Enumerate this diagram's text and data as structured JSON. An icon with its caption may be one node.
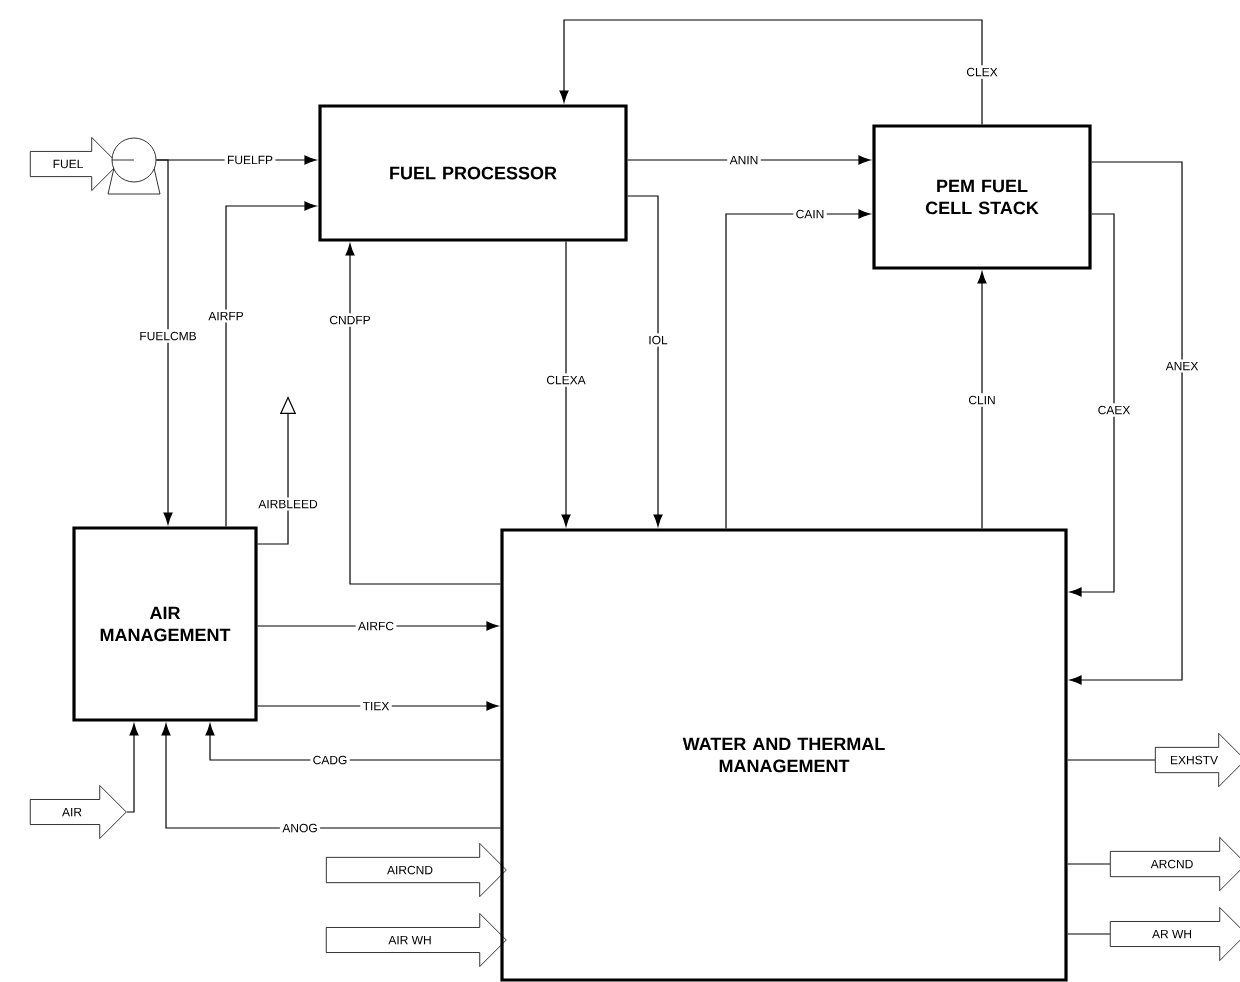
{
  "diagram": {
    "nodes": [
      {
        "text": [
          "FUEL PROCESSOR"
        ]
      },
      {
        "text": [
          "PEM FUEL CELL STACK"
        ]
      },
      {
        "text": [
          "AIR MANAGEMENT"
        ]
      },
      {
        "text": [
          "WATER AND THERMAL MANAGEMENT"
        ]
      },
      {
        "text": [
          "FUEL"
        ]
      },
      {
        "text": [],
        "shape": "picture"
      },
      {
        "text": [
          "AIR"
        ]
      },
      {
        "text": [
          "AIRCND"
        ]
      },
      {
        "text": [
          "AIR WH"
        ]
      },
      {
        "text": [
          "EXHSTV"
        ]
      },
      {
        "text": [
          "ARCND"
        ]
      },
      {
        "text": [
          "AR WH"
        ]
      }
    ],
    "edges": [
      {
        "from": 5,
        "to": 0,
        "arrow": "to",
        "label": "FUELFP"
      },
      {
        "from": 5,
        "to": 2,
        "arrow": "to",
        "label": "FUELCMB"
      },
      {
        "from": 2,
        "to": 0,
        "arrow": "to",
        "label": "AIRFP"
      },
      {
        "from": 3,
        "to": 0,
        "arrow": "to",
        "label": "CNDFP"
      },
      {
        "from": 0,
        "to": 1,
        "arrow": "to",
        "label": "ANIN"
      },
      {
        "from": 3,
        "to": 1,
        "arrow": "to",
        "label": "CAIN"
      },
      {
        "from": 1,
        "to": 0,
        "arrow": "to",
        "label": "CLEX"
      },
      {
        "from": 0,
        "to": 3,
        "arrow": "to",
        "label": "CLEXA"
      },
      {
        "from": 0,
        "to": 3,
        "arrow": "to",
        "label": "IOL"
      },
      {
        "from": 3,
        "to": 1,
        "arrow": "to",
        "label": "CLIN"
      },
      {
        "from": 1,
        "to": 3,
        "arrow": "to",
        "label": "CAEX"
      },
      {
        "from": 1,
        "to": 3,
        "arrow": "to",
        "label": "ANEX"
      },
      {
        "from": 2,
        "to": 3,
        "arrow": "to",
        "label": "AIRFC"
      },
      {
        "from": 2,
        "to": 3,
        "arrow": "to",
        "label": "TIEX"
      },
      {
        "from": 3,
        "to": 2,
        "arrow": "to",
        "label": "CADG"
      },
      {
        "from": 3,
        "to": 2,
        "arrow": "to",
        "label": "ANOG"
      },
      {
        "from": 6,
        "to": 2,
        "arrow": "to"
      },
      {
        "from": 3,
        "to": 9,
        "arrow": "none"
      },
      {
        "from": 3,
        "to": 10,
        "arrow": "none"
      },
      {
        "from": 3,
        "to": 11,
        "arrow": "none"
      },
      {
        "from": 2,
        "to": null,
        "arrow": "to",
        "label": "AIRBLEED"
      }
    ]
  }
}
